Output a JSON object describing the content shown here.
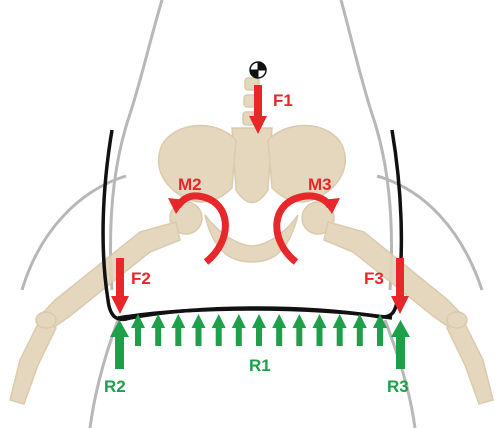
{
  "labels": {
    "f1": "F1",
    "f2": "F2",
    "f3": "F3",
    "m2": "M2",
    "m3": "M3",
    "r1": "R1",
    "r2": "R2",
    "r3": "R3"
  },
  "icons": {
    "center_of_mass": "center-of-mass-icon"
  },
  "colors": {
    "force": "#e8272a",
    "reaction": "#1ea04a",
    "bone": "#e2d3b8",
    "bone_shade": "#cfbf9f",
    "outline": "#111111",
    "silhouette": "#7d7d7d"
  },
  "reaction_arrow_count": 13
}
